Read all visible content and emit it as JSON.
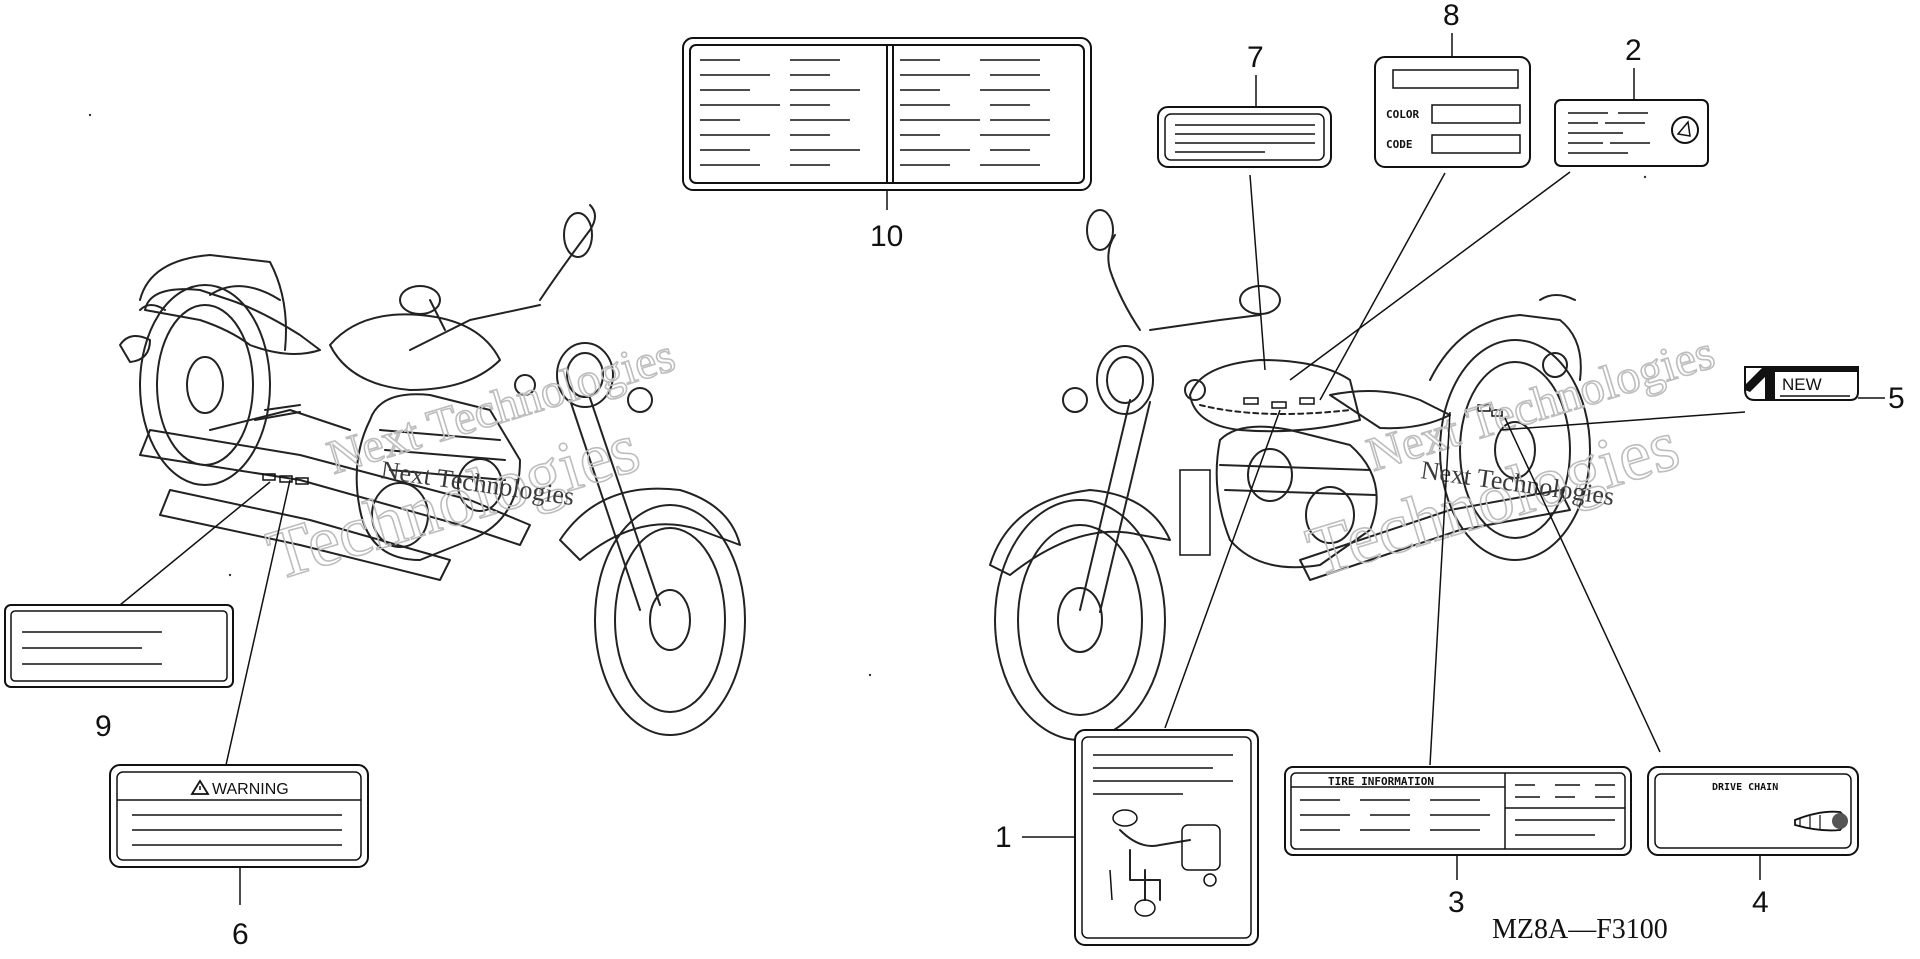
{
  "diagram": {
    "code": "MZ8A—F3100",
    "watermark": {
      "line1": "Next Technologies",
      "line2": "Technologies"
    },
    "callouts": [
      "1",
      "2",
      "3",
      "4",
      "5",
      "6",
      "7",
      "8",
      "9",
      "10"
    ],
    "labels": {
      "warning": "WARNING",
      "new": "NEW",
      "color": "COLOR",
      "code": "CODE",
      "tire_information": "TIRE INFORMATION",
      "drive_chain": "DRIVE CHAIN"
    },
    "icons": {
      "warning": "warning-triangle-icon",
      "chain": "drive-chain-icon",
      "steering": "steering-icon"
    }
  }
}
